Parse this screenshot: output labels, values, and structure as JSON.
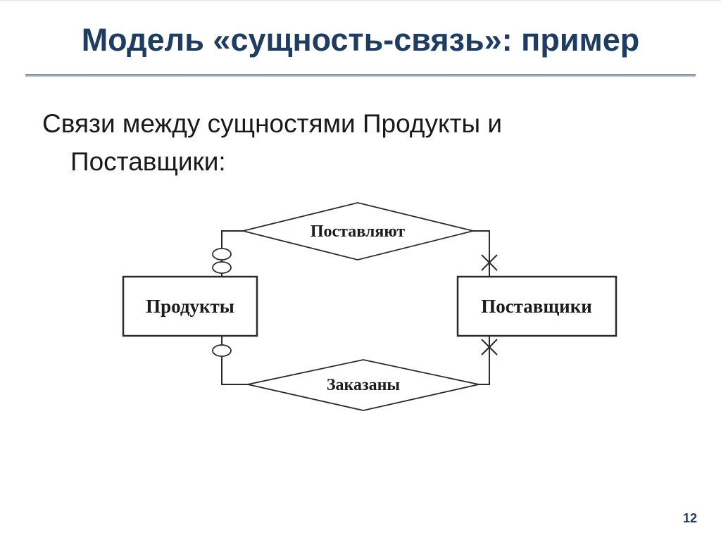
{
  "slide": {
    "title": "Модель «сущность-связь»: пример",
    "body": {
      "line1": "Связи между сущностями Продукты и",
      "line2": "Поставщики:"
    },
    "page_number": "12"
  },
  "diagram": {
    "type": "er-diagram",
    "entities": [
      {
        "id": "products",
        "label": "Продукты"
      },
      {
        "id": "suppliers",
        "label": "Поставщики"
      }
    ],
    "relationships": [
      {
        "id": "supply",
        "label": "Поставляют",
        "between": [
          "Продукты",
          "Поставщики"
        ]
      },
      {
        "id": "ordered",
        "label": "Заказаны",
        "between": [
          "Продукты",
          "Поставщики"
        ]
      }
    ],
    "cardinality_symbols": {
      "products_side": "double-oval / oval (optional)",
      "suppliers_side": "cross (mandatory/many)"
    },
    "colors": {
      "title": "#1f3c63",
      "rule": "#6d82a2",
      "line": "#2b2b2b",
      "text": "#1a1a1a"
    }
  }
}
